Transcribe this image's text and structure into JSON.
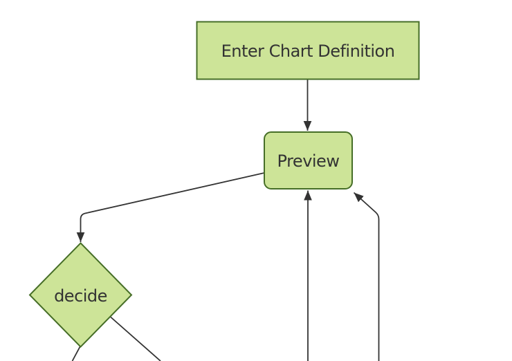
{
  "diagram": {
    "type": "flowchart-top-down",
    "background": "#ffffff",
    "colors": {
      "node_fill": "#cde498",
      "node_border": "#466e27",
      "edge": "#333333",
      "arrowhead": "#333333",
      "label_text": "#333333"
    },
    "nodes": [
      {
        "id": "enter-chart-definition",
        "label": "Enter Chart Definition",
        "shape": "rectangle"
      },
      {
        "id": "preview",
        "label": "Preview",
        "shape": "rounded-rectangle"
      },
      {
        "id": "decide",
        "label": "decide",
        "shape": "diamond"
      }
    ],
    "edges": [
      {
        "from": "enter-chart-definition",
        "to": "preview",
        "arrowhead": true
      },
      {
        "from": "preview",
        "to": "decide",
        "arrowhead": true
      },
      {
        "from": "offscreen-bottom-center",
        "to": "preview",
        "arrowhead": true
      },
      {
        "from": "offscreen-bottom-right",
        "to": "preview",
        "arrowhead": true
      },
      {
        "from": "decide",
        "to": "offscreen-bottom-left",
        "arrowhead": false
      },
      {
        "from": "decide",
        "to": "offscreen-bottom-mid",
        "arrowhead": false
      }
    ]
  }
}
